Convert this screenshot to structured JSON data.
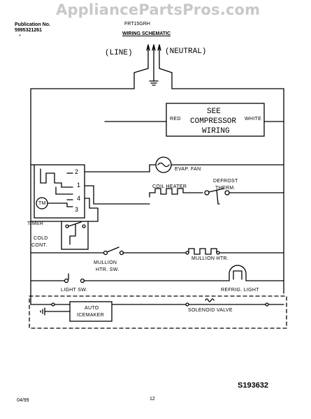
{
  "watermark": "AppliancePartsPros.com",
  "header": {
    "publication_label": "Publication No.",
    "publication_number": "5995321261",
    "asterisk": "*",
    "model": "FRT15GRH",
    "title": "WIRING SCHEMATIC"
  },
  "supply": {
    "line_label": "(LINE)",
    "neutral_label": "(NEUTRAL)"
  },
  "compressor_box": {
    "line1": "SEE",
    "line2": "COMPRESSOR",
    "line3": "WIRING",
    "left_wire": "RED",
    "right_wire": "WHITE"
  },
  "timer": {
    "label": "TIMER",
    "motor": "TM",
    "terminals": [
      "2",
      "1",
      "4",
      "3"
    ]
  },
  "components": {
    "evap_fan": "EVAP. FAN",
    "coil_heater": "COIL HEATER",
    "defrost_therm_1": "DEFROST",
    "defrost_therm_2": "THERM.",
    "cold_cont_1": "COLD",
    "cold_cont_2": "CONT.",
    "mullion_sw_1": "MULLION",
    "mullion_sw_2": "HTR. SW.",
    "mullion_htr": "MULLION HTR.",
    "light_sw": "LIGHT SW.",
    "refrig_light": "REFRIG. LIGHT",
    "icemaker_1": "AUTO",
    "icemaker_2": "ICEMAKER",
    "solenoid": "SOLENOID VALVE"
  },
  "footer": {
    "date": "04/99",
    "page": "12",
    "part_code": "S193632"
  }
}
